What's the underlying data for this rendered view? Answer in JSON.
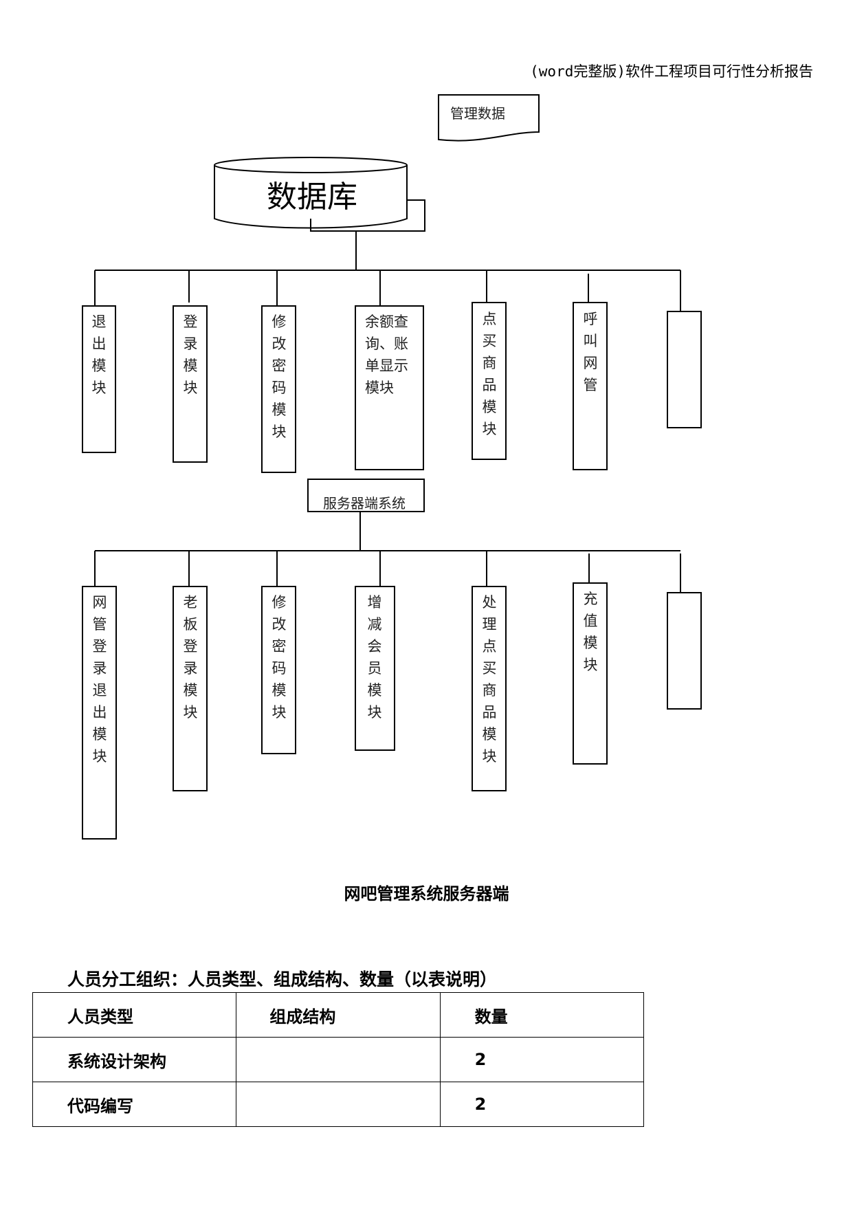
{
  "header": {
    "doc_title": "(word完整版)软件工程项目可行性分析报告"
  },
  "diagram": {
    "management_data_label": "管理数据",
    "database_label": "数据库",
    "client_modules": [
      {
        "label": "退出模块"
      },
      {
        "label": "登录模块"
      },
      {
        "label": "修改密码模块"
      },
      {
        "label": "余额查询、账单显示模块"
      },
      {
        "label": "点买商品模块"
      },
      {
        "label": "呼叫网管"
      },
      {
        "label": ""
      }
    ],
    "server_system_label": "服务器端系统",
    "server_modules": [
      {
        "label": "网管登录退出模块"
      },
      {
        "label": "老板登录模块"
      },
      {
        "label": "修改密码模块"
      },
      {
        "label": "增减会员模块"
      },
      {
        "label": "处理点买商品模块"
      },
      {
        "label": "充值模块"
      },
      {
        "label": ""
      }
    ],
    "caption": "网吧管理系统服务器端"
  },
  "staff_section": {
    "title": "人员分工组织：人员类型、组成结构、数量（以表说明）",
    "table": {
      "headers": [
        "人员类型",
        "组成结构",
        "数量"
      ],
      "rows": [
        [
          "系统设计架构",
          "",
          "2"
        ],
        [
          "代码编写",
          "",
          "2"
        ]
      ]
    }
  }
}
